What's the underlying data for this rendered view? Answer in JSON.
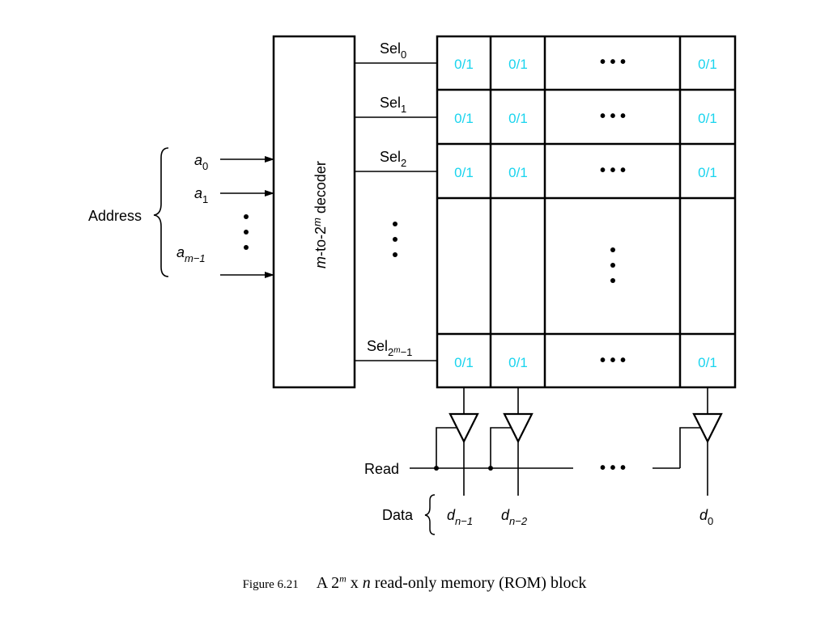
{
  "address_label": "Address",
  "address_inputs": [
    {
      "var": "a",
      "sub": "0"
    },
    {
      "var": "a",
      "sub": "1"
    },
    {
      "var": "a",
      "sub": "m−1"
    }
  ],
  "decoder": {
    "m": "m",
    "to": "-to-2",
    "sup": "m",
    "rest": " decoder"
  },
  "sel_lines": [
    {
      "base": "Sel",
      "sub": "0"
    },
    {
      "base": "Sel",
      "sub": "1"
    },
    {
      "base": "Sel",
      "sub": "2"
    },
    {
      "base": "Sel",
      "sub": "2",
      "sub_sup": "m",
      "sub_rest": "−1"
    }
  ],
  "cell_value": "0/1",
  "cell_color": "#19d4ee",
  "ellipsis": "• • •",
  "read_label": "Read",
  "data_label": "Data",
  "data_outputs": [
    {
      "var": "d",
      "sub": "n−1"
    },
    {
      "var": "d",
      "sub": "n−2"
    },
    {
      "var": "d",
      "sub": "0"
    }
  ],
  "caption": {
    "figure": "Figure 6.21",
    "pre": "A 2",
    "sup": "m",
    "mid": " x ",
    "n": "n",
    "post": " read-only memory (ROM) block"
  }
}
